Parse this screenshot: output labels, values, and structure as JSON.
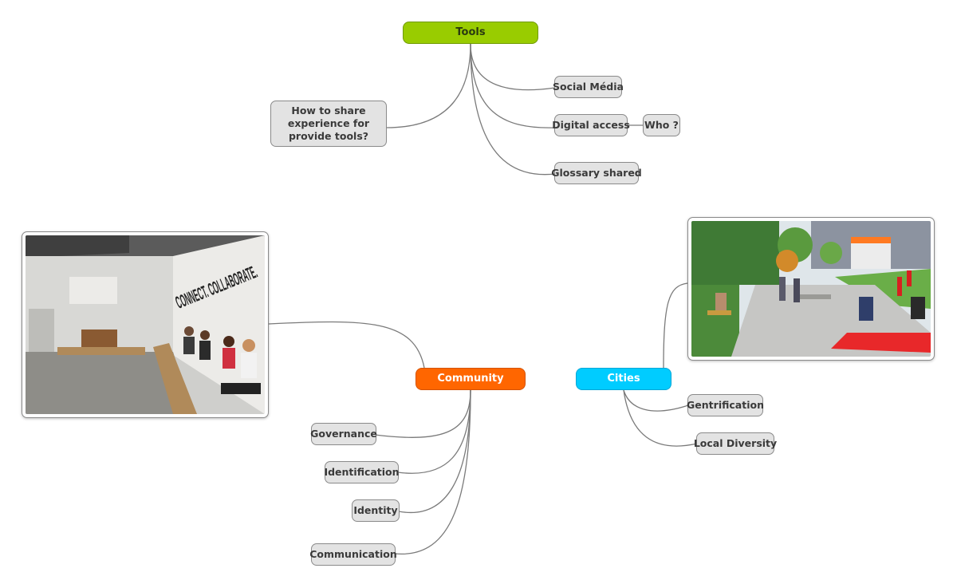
{
  "colors": {
    "tools": "#99cc00",
    "community": "#ff6600",
    "cities": "#00ccff",
    "subtopic": "#e3e3e3",
    "connector": "#7a7a7a"
  },
  "nodes": {
    "tools": "Tools",
    "community": "Community",
    "cities": "Cities",
    "how_to_share": "How to share experience for provide tools?",
    "social_media": "Social Média",
    "digital_access": "Digital access",
    "who": "Who ?",
    "glossary_shared": "Glossary shared",
    "governance": "Governance",
    "identification": "Identification",
    "identity": "Identity",
    "communication": "Communication",
    "gentrification": "Gentrification",
    "local_diversity": "Local Diversity"
  },
  "images": {
    "coworking_wall_text": "CONNECT. COLLABORATE."
  }
}
